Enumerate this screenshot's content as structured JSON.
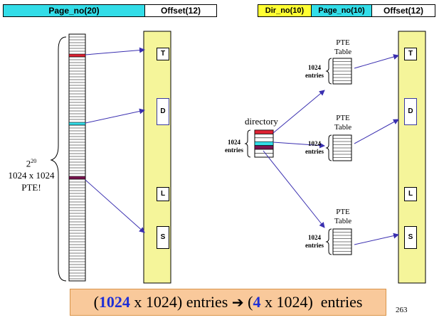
{
  "top_left": {
    "page_no": "Page_no(20)",
    "offset": "Offset(12)"
  },
  "top_right": {
    "dir_no": "Dir_no(10)",
    "page_no": "Page_no(10)",
    "offset": "Offset(12)"
  },
  "left_note": {
    "base": "2",
    "exp": "20",
    "line2": "1024 x 1024",
    "line3": "PTE!"
  },
  "frame_labels": {
    "t": "T",
    "d": "D",
    "l": "L",
    "s": "S"
  },
  "directory_label": "directory",
  "pte_table_labels": {
    "line1": "PTE",
    "line2": "Table"
  },
  "entries_labels": {
    "line1": "1024",
    "line2": "entries"
  },
  "bottom": {
    "open": "(",
    "n1": "1024",
    "mid1": " x 1024) entries ",
    "arrow": "➔",
    "open2": " (",
    "n2": "4",
    "mid2": " x 1024)  entries"
  },
  "page_number": "263",
  "colors": {
    "cyan": "#33dde8",
    "yellow_mem": "#f5f59a",
    "red": "#dd2233",
    "purple": "#7a1450",
    "arrow": "#3a2fb0",
    "bottom_bg": "#f9c99b"
  }
}
